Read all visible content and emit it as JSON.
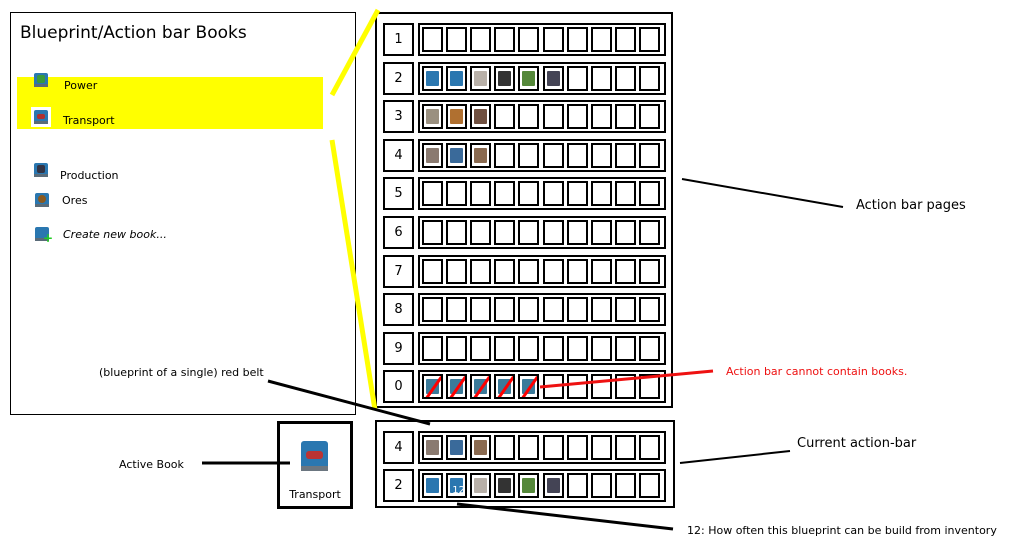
{
  "books_panel": {
    "title": "Blueprint/Action bar Books",
    "items": [
      {
        "label": "Power",
        "icon": "power-book-icon",
        "color": "#3a8a3a",
        "selected": false
      },
      {
        "label": "Transport",
        "icon": "transport-book-icon",
        "color": "#b03030",
        "selected": true
      },
      {
        "label": "Production",
        "icon": "production-book-icon",
        "color": "#333344",
        "selected": false
      },
      {
        "label": "Ores",
        "icon": "ores-book-icon",
        "color": "#8a5a20",
        "selected": false
      },
      {
        "label": "Create new book...",
        "icon": "new-book-icon",
        "color": "#2a77b0",
        "selected": false
      }
    ],
    "highlight_color": "#ffff00"
  },
  "action_bar_pages": {
    "rows": [
      {
        "label": "1",
        "slots": [
          "",
          "",
          "",
          "",
          "",
          "",
          "",
          "",
          "",
          ""
        ]
      },
      {
        "label": "2",
        "slots": [
          "rail-blueprint",
          "rail-signal-blueprint",
          "rail",
          "rail-signal",
          "inserter-item",
          "locomotive",
          "",
          "",
          "",
          ""
        ]
      },
      {
        "label": "3",
        "slots": [
          "fast-splitter",
          "fast-inserter",
          "long-arm",
          "",
          "",
          "",
          "",
          "",
          "",
          ""
        ]
      },
      {
        "label": "4",
        "slots": [
          "express-splitter",
          "stack-inserter",
          "brown-arm",
          "",
          "",
          "",
          "",
          "",
          "",
          ""
        ]
      },
      {
        "label": "5",
        "slots": [
          "",
          "",
          "",
          "",
          "",
          "",
          "",
          "",
          "",
          ""
        ]
      },
      {
        "label": "6",
        "slots": [
          "",
          "",
          "",
          "",
          "",
          "",
          "",
          "",
          "",
          ""
        ]
      },
      {
        "label": "7",
        "slots": [
          "",
          "",
          "",
          "",
          "",
          "",
          "",
          "",
          "",
          ""
        ]
      },
      {
        "label": "8",
        "slots": [
          "",
          "",
          "",
          "",
          "",
          "",
          "",
          "",
          "",
          ""
        ]
      },
      {
        "label": "9",
        "slots": [
          "",
          "",
          "",
          "",
          "",
          "",
          "",
          "",
          "",
          ""
        ]
      },
      {
        "label": "0",
        "slots": [
          "book-crossed",
          "book-crossed",
          "book-crossed",
          "book-crossed",
          "book-crossed",
          "",
          "",
          "",
          "",
          ""
        ]
      }
    ]
  },
  "current_action_bar": {
    "rows": [
      {
        "label": "4",
        "slots": [
          "express-splitter",
          "stack-inserter",
          "brown-arm",
          "",
          "",
          "",
          "",
          "",
          "",
          ""
        ]
      },
      {
        "label": "2",
        "slots": [
          "rail-blueprint",
          "rail-signal-blueprint",
          "rail",
          "rail-signal",
          "inserter-item",
          "locomotive",
          "",
          "",
          "",
          ""
        ],
        "count_slot": 1,
        "count": "12"
      }
    ]
  },
  "active_book": {
    "label": "Transport",
    "caption": "Active Book"
  },
  "annotations": {
    "action_bar_pages": "Action bar pages",
    "no_books": "Action bar cannot contain books.",
    "red_belt": "(blueprint of a single) red belt",
    "current_bar": "Current action-bar",
    "count_note": "12: How often this blueprint can be build from inventory"
  },
  "item_colors": {
    "rail-blueprint": "#2a77b0",
    "rail-signal-blueprint": "#2a77b0",
    "rail": "#b8b0a8",
    "rail-signal": "#333333",
    "inserter-item": "#55883a",
    "locomotive": "#444455",
    "fast-splitter": "#9a9080",
    "fast-inserter": "#b07030",
    "long-arm": "#705040",
    "express-splitter": "#8a7a70",
    "stack-inserter": "#3a6a9a",
    "brown-arm": "#8a6a50",
    "book-crossed": "#3a7a9a"
  }
}
